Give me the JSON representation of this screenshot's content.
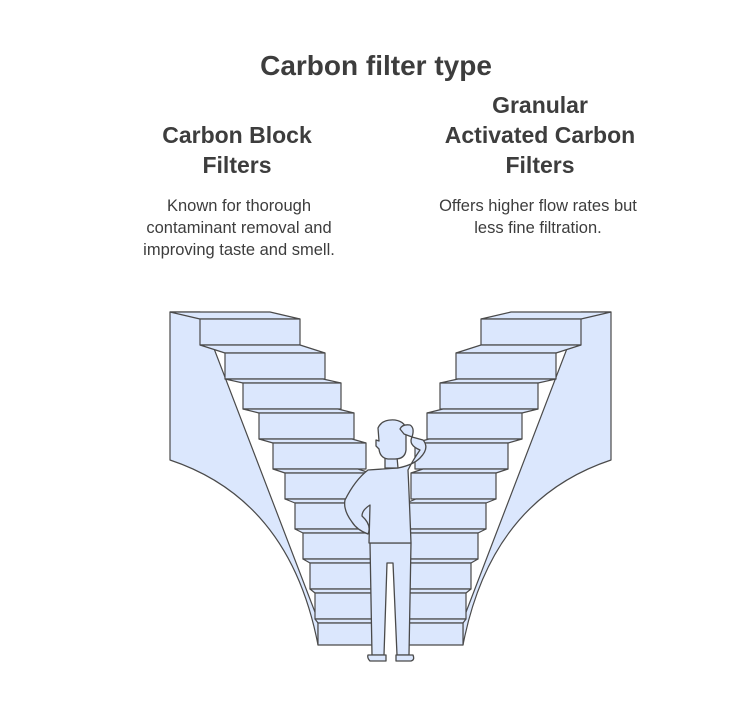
{
  "title": "Carbon filter type",
  "options": [
    {
      "heading": "Carbon Block Filters",
      "description": "Known for thorough contaminant removal and improving taste and smell."
    },
    {
      "heading": "Granular Activated Carbon Filters",
      "description": "Offers higher flow rates but less fine filtration."
    }
  ],
  "colors": {
    "fill": "#dbe7fd",
    "stroke": "#4a4a4a",
    "text": "#3d3d3d"
  }
}
